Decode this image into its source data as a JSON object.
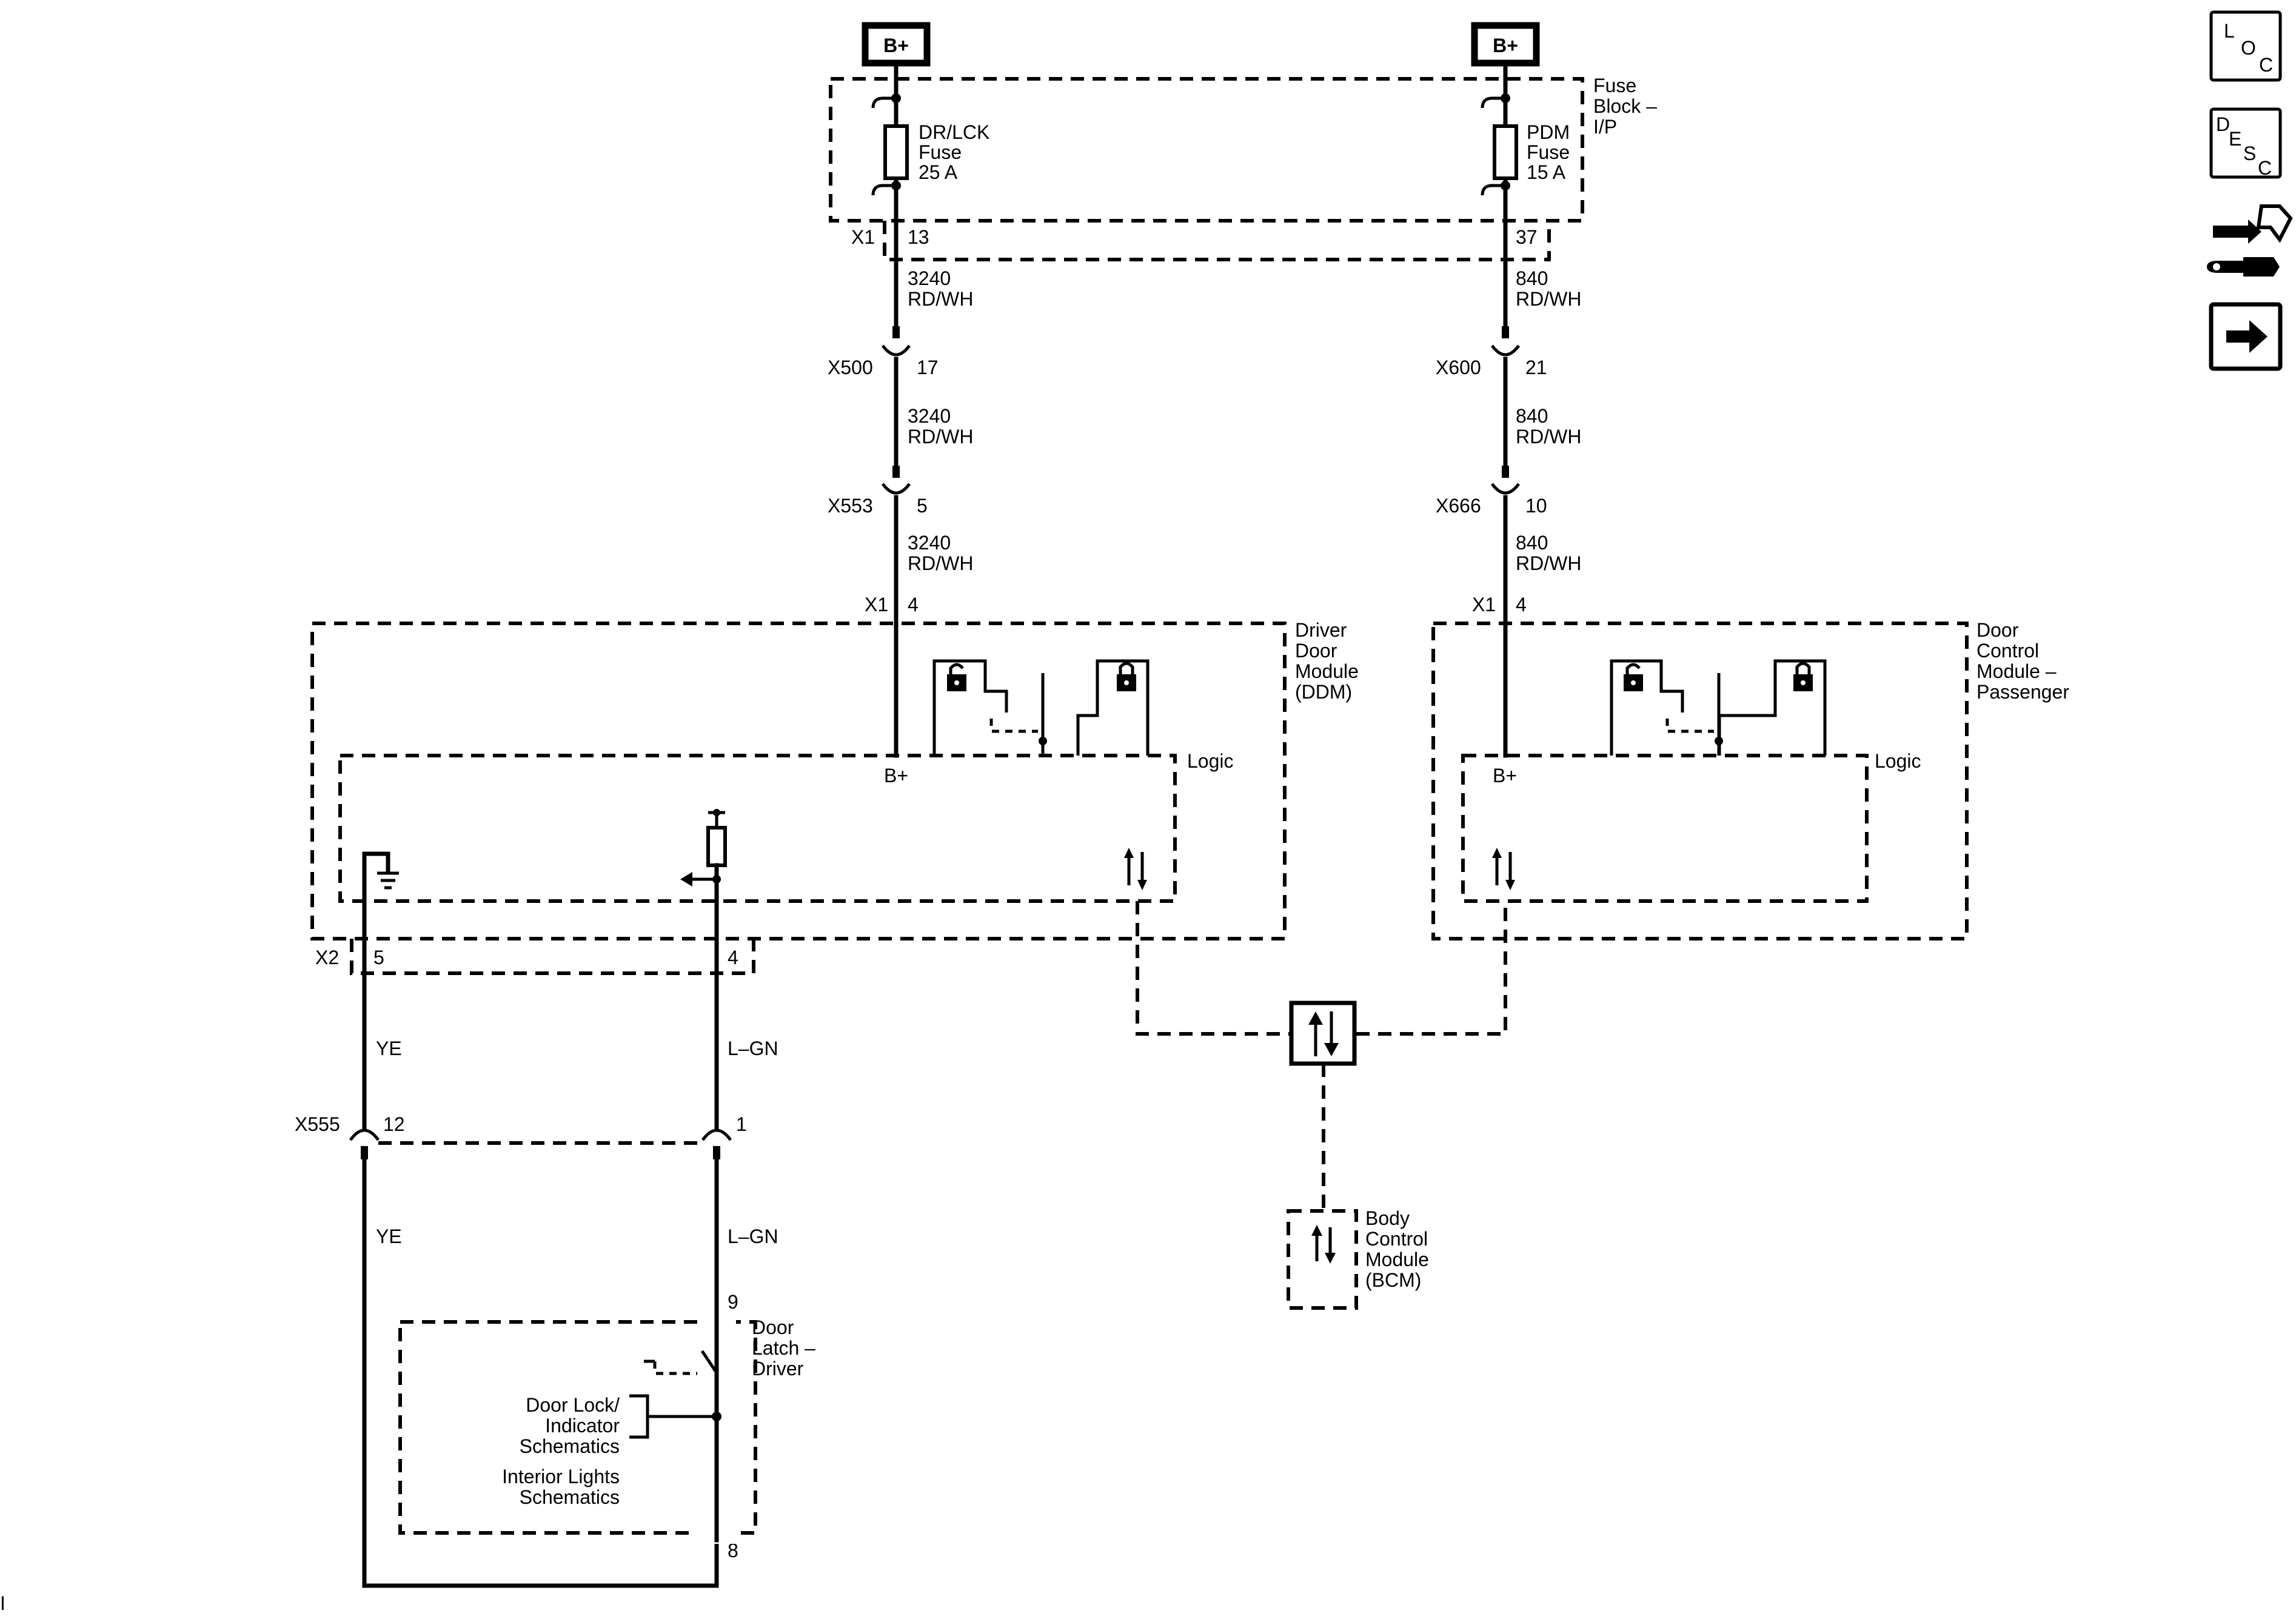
{
  "power": {
    "left": {
      "label": "B+"
    },
    "right": {
      "label": "B+"
    }
  },
  "fuse_block": {
    "name_line1": "Fuse",
    "name_line2": "Block –",
    "name_line3": "I/P",
    "connector": "X1",
    "fuse_left": {
      "line1": "DR/LCK",
      "line2": "Fuse",
      "line3": "25 A",
      "pin": "13"
    },
    "fuse_right": {
      "line1": "PDM",
      "line2": "Fuse",
      "line3": "15 A",
      "pin": "37"
    }
  },
  "left_circuit": {
    "wire1": {
      "circuit": "3240",
      "color": "RD/WH"
    },
    "conn1": {
      "name": "X500",
      "pin": "17"
    },
    "wire2": {
      "circuit": "3240",
      "color": "RD/WH"
    },
    "conn2": {
      "name": "X553",
      "pin": "5"
    },
    "wire3": {
      "circuit": "3240",
      "color": "RD/WH"
    },
    "module_conn": {
      "name": "X1",
      "pin": "4"
    }
  },
  "right_circuit": {
    "wire1": {
      "circuit": "840",
      "color": "RD/WH"
    },
    "conn1": {
      "name": "X600",
      "pin": "21"
    },
    "wire2": {
      "circuit": "840",
      "color": "RD/WH"
    },
    "conn2": {
      "name": "X666",
      "pin": "10"
    },
    "wire3": {
      "circuit": "840",
      "color": "RD/WH"
    },
    "module_conn": {
      "name": "X1",
      "pin": "4"
    }
  },
  "ddm": {
    "name_line1": "Driver",
    "name_line2": "Door",
    "name_line3": "Module",
    "name_line4": "(DDM)",
    "logic": "Logic",
    "bplus": "B+",
    "x2": "X2",
    "pin_ground": "5",
    "pin_signal": "4"
  },
  "dcm": {
    "name_line1": "Door",
    "name_line2": "Control",
    "name_line3": "Module –",
    "name_line4": "Passenger",
    "logic": "Logic",
    "bplus": "B+"
  },
  "lower_wires": {
    "ye_upper": "YE",
    "lgn_upper": "L–GN",
    "x555": "X555",
    "pin12": "12",
    "pin1": "1",
    "ye_lower": "YE",
    "lgn_lower": "L–GN",
    "pin9": "9",
    "pin8": "8"
  },
  "latch": {
    "name_line1": "Door",
    "name_line2": "Latch –",
    "name_line3": "Driver",
    "ref1_line1": "Door Lock/",
    "ref1_line2": "Indicator",
    "ref1_line3": "Schematics",
    "ref2_line1": "Interior Lights",
    "ref2_line2": "Schematics"
  },
  "bcm": {
    "name_line1": "Body",
    "name_line2": "Control",
    "name_line3": "Module",
    "name_line4": "(BCM)"
  },
  "side_icons": {
    "loc": {
      "l": "L",
      "o": "O",
      "c": "C",
      "icon": "location-icon"
    },
    "desc": {
      "d": "D",
      "e": "E",
      "s": "S",
      "c": "C",
      "icon": "description-icon"
    },
    "tools": {
      "icon": "tools-icon"
    },
    "next": {
      "icon": "arrow-right-icon"
    }
  },
  "footer_mark": "I"
}
